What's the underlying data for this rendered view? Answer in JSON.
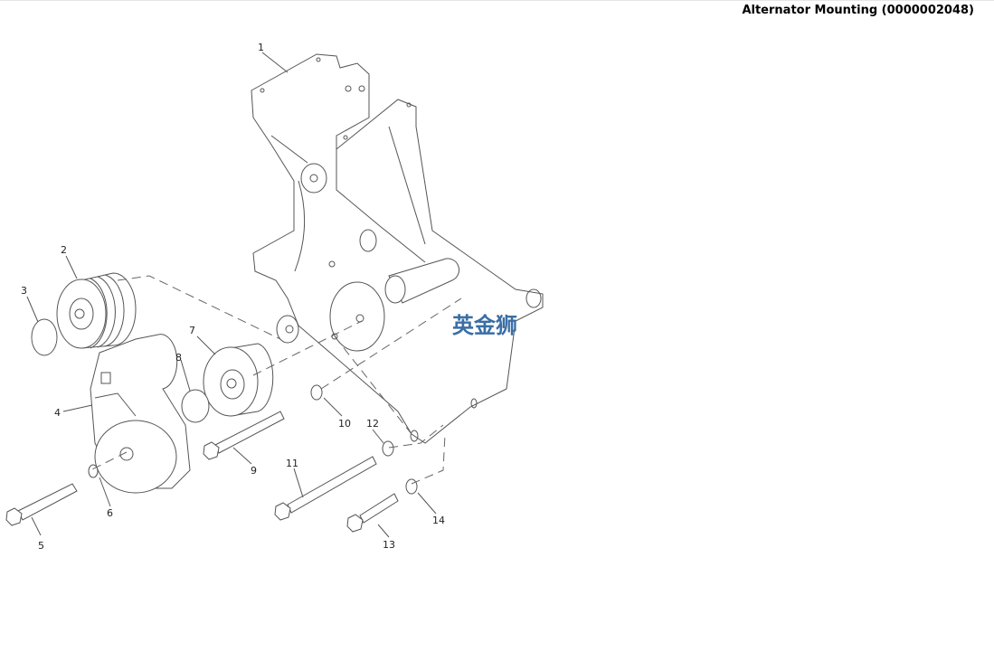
{
  "header": {
    "title": "Alternator Mounting (0000002048)"
  },
  "watermark": "英金狮",
  "callouts": [
    "1",
    "2",
    "3",
    "4",
    "5",
    "6",
    "7",
    "8",
    "9",
    "10",
    "11",
    "12",
    "13",
    "14"
  ]
}
